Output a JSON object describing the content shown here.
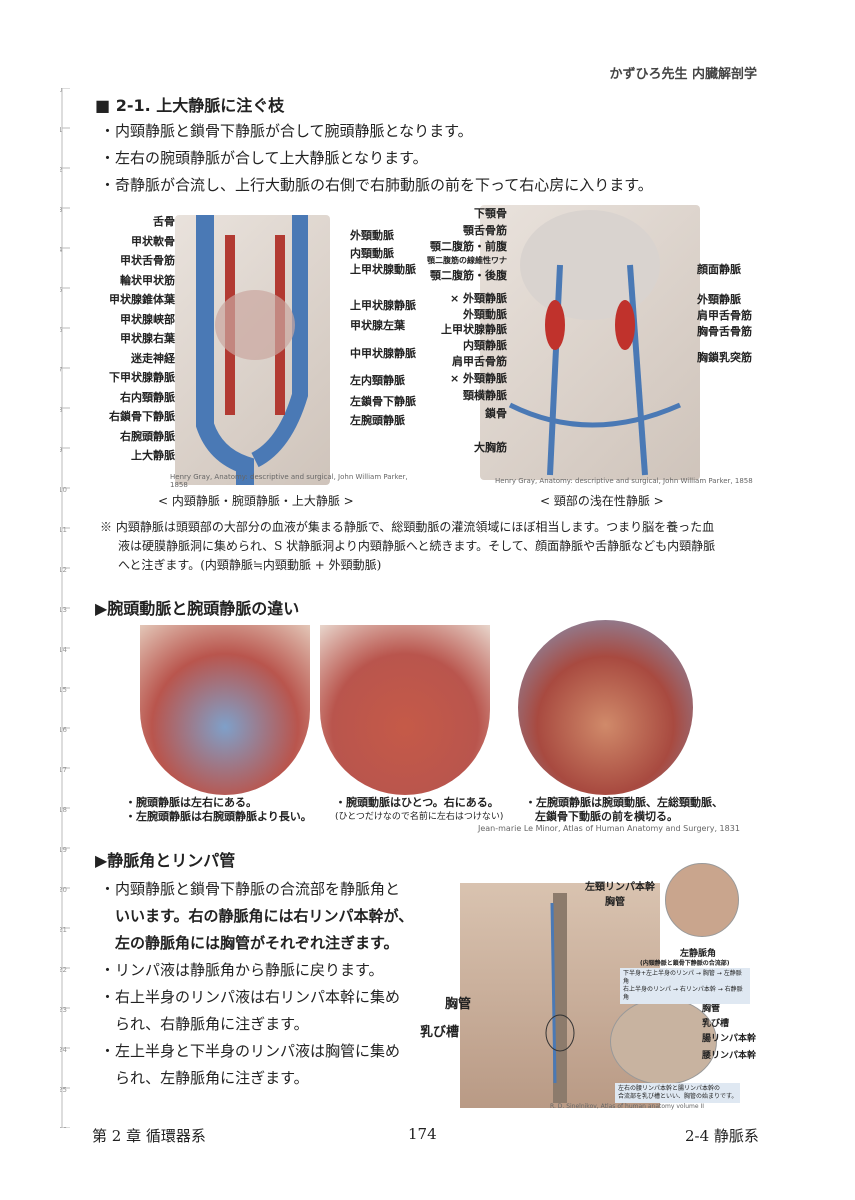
{
  "header": {
    "running_title": "かずひろ先生 内臓解剖学"
  },
  "section1": {
    "title": "■ 2-1. 上大静脈に注ぐ枝",
    "bullets": [
      "・内頸静脈と鎖骨下静脈が合して腕頭静脈となります。",
      "・左右の腕頭静脈が合して上大静脈となります。",
      "・奇静脈が合流し、上行大動脈の右側で右肺動脈の前を下って右心房に入ります。"
    ]
  },
  "figure1": {
    "left_labels": [
      "舌骨",
      "甲状軟骨",
      "甲状舌骨筋",
      "輪状甲状筋",
      "甲状腺錐体葉",
      "甲状腺峡部",
      "甲状腺右葉",
      "迷走神経",
      "下甲状腺静脈",
      "右内頸静脈",
      "右鎖骨下静脈",
      "右腕頭静脈",
      "上大静脈"
    ],
    "right_labels": [
      "外頸動脈",
      "内頸動脈",
      "上甲状腺動脈",
      "上甲状腺静脈",
      "甲状腺左葉",
      "中甲状腺静脈",
      "左内頸静脈",
      "左鎖骨下静脈",
      "左腕頭静脈"
    ],
    "credit": "Henry Gray, Anatomy: descriptive and surgical, John William Parker, 1858",
    "caption": "< 内頸静脈・腕頭静脈・上大静脈 >"
  },
  "figure2": {
    "left_labels": [
      "下顎骨",
      "顎舌骨筋",
      "顎二腹筋・前腹",
      "顎二腹筋の線維性ワナ",
      "顎二腹筋・後腹",
      "× 外頸静脈",
      "外頸動脈",
      "上甲状腺静脈",
      "内頸静脈",
      "肩甲舌骨筋",
      "× 外頸静脈",
      "頸横静脈",
      "鎖骨",
      "大胸筋"
    ],
    "right_labels": [
      "顔面静脈",
      "外頸静脈",
      "肩甲舌骨筋",
      "胸骨舌骨筋",
      "胸鎖乳突筋"
    ],
    "credit": "Henry Gray, Anatomy: descriptive and surgical, John William Parker, 1858",
    "caption": "< 頸部の浅在性静脈 >"
  },
  "note": {
    "lines": [
      "※ 内頸静脈は頭頸部の大部分の血液が集まる静脈で、総頸動脈の灌流領域にほぼ相当します。つまり脳を養った血",
      "液は硬膜静脈洞に集められ、S 状静脈洞より内頸静脈へと続きます。そして、顔面静脈や舌静脈なども内頸静脈",
      "へと注ぎます。(内頸静脈≒内頸動脈 + 外頸動脈)"
    ]
  },
  "section2": {
    "title": "▶腕頭動脈と腕頭静脈の違い",
    "captions": [
      [
        "・腕頭静脈は左右にある。",
        "・左腕頭静脈は右腕頭静脈より長い。"
      ],
      [
        "・腕頭動脈はひとつ。右にある。",
        "(ひとつだけなので名前に左右はつけない)"
      ],
      [
        "・左腕頭静脈は腕頭動脈、左総頸動脈、",
        "左鎖骨下動脈の前を横切る。"
      ]
    ],
    "credit": "Jean-marie Le Minor, Atlas of Human Anatomy and Surgery, 1831"
  },
  "section3": {
    "title": "▶静脈角とリンパ管",
    "bullets": [
      [
        "・内頸静脈と鎖骨下静脈の合流部を静脈角と",
        "　いいます。右の静脈角には右リンパ本幹が、",
        "　左の静脈角には胸管がそれぞれ注ぎます。"
      ],
      [
        "・リンパ液は静脈角から静脈に戻ります。"
      ],
      [
        "・右上半身のリンパ液は右リンパ本幹に集め",
        "　られ、右静脈角に注ぎます。"
      ],
      [
        "・左上半身と下半身のリンパ液は胸管に集め",
        "　られ、左静脈角に注ぎます。"
      ]
    ],
    "figure": {
      "labels": [
        "左頸リンパ本幹",
        "胸管",
        "左静脈角",
        "(内頸静脈と鎖骨下静脈の合流部)",
        "胸管",
        "乳び槽",
        "胸管",
        "乳び槽",
        "腸リンパ本幹",
        "腰リンパ本幹"
      ],
      "box1": [
        "下半身+左上半身のリンパ → 胸管 → 左静脈角",
        "右上半身のリンパ → 右リンパ本幹 → 右静脈角"
      ],
      "box2": [
        "左右の腰リンパ本幹と腸リンパ本幹の",
        "合流部を乳び槽といい、胸管の始まりです。"
      ],
      "credit": "R. D. Sinelnikov,  Atlas of human anatomy volume II"
    }
  },
  "footer": {
    "chapter": "第 2 章 循環器系",
    "page": "174",
    "section": "2-4 静脈系"
  },
  "ruler_numbers": [
    "0",
    "1",
    "2",
    "3",
    "4",
    "5",
    "6",
    "7",
    "8",
    "9",
    "10",
    "11",
    "12",
    "13",
    "14",
    "15",
    "16",
    "17",
    "18",
    "19",
    "20",
    "21",
    "22",
    "23",
    "24",
    "25",
    "26"
  ]
}
